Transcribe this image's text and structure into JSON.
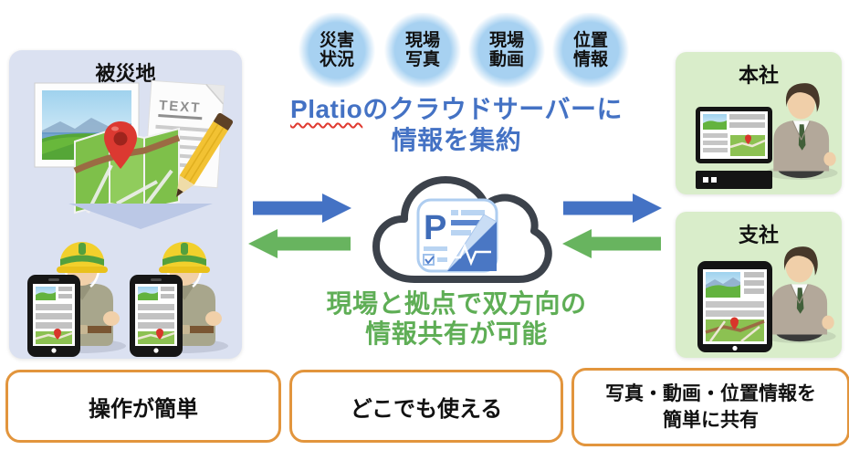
{
  "colors": {
    "accent_blue": "#4472C4",
    "accent_green": "#5FAE56",
    "arrow_blue": "#4472C4",
    "arrow_green": "#68B45F",
    "orange_border": "#E2953D",
    "left_panel_bg": "#DBE1F1",
    "right_panel_bg": "#D9EDCA",
    "bubble_blue": "#A7D1F1",
    "cloud_outline": "#3C424B"
  },
  "bubbles": [
    {
      "line1": "災害",
      "line2": "状況"
    },
    {
      "line1": "現場",
      "line2": "写真"
    },
    {
      "line1": "現場",
      "line2": "動画"
    },
    {
      "line1": "位置",
      "line2": "情報"
    }
  ],
  "center": {
    "headline_highlight": "Platio",
    "headline_rest": "のクラウドサーバーに",
    "headline_line2": "情報を集約",
    "app_icon_letter": "P",
    "footline_line1": "現場と拠点で双方向の",
    "footline_line2": "情報共有が可能"
  },
  "left_panel": {
    "title": "被災地",
    "document_label": "TEXT"
  },
  "right_panels": {
    "top_title": "本社",
    "bottom_title": "支社"
  },
  "bottom_boxes": {
    "box1": "操作が簡単",
    "box2": "どこでも使える",
    "box3_line1": "写真・動画・位置情報を",
    "box3_line2": "簡単に共有"
  },
  "icons": {
    "cloud-icon": "svg-shape",
    "platio-app-icon": "svg-shape",
    "photo-icon": "svg-shape",
    "map-icon": "svg-shape",
    "location-pin-icon": "svg-shape",
    "document-icon": "svg-shape",
    "pencil-icon": "svg-shape",
    "down-arrow-icon": "svg-shape",
    "worker-figure": "svg-shape",
    "field-tablet-icon": "svg-shape",
    "monitor-icon": "svg-shape",
    "office-tablet-icon": "svg-shape",
    "businessman-figure": "svg-shape",
    "arrow-right-icon": "svg-shape",
    "arrow-left-icon": "svg-shape"
  }
}
